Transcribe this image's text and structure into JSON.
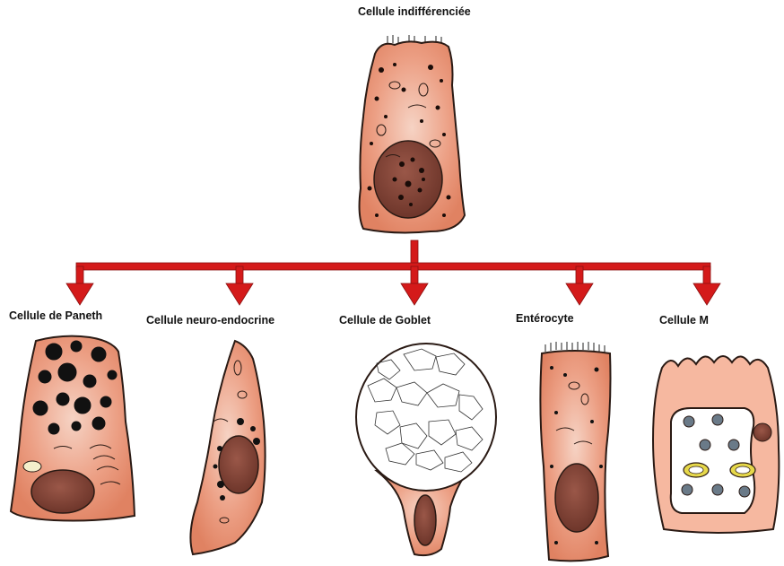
{
  "diagram": {
    "root": {
      "label": "Cellule indifférenciée"
    },
    "children": [
      {
        "label": "Cellule de Paneth"
      },
      {
        "label": "Cellule neuro-endocrine"
      },
      {
        "label": "Cellule de Goblet"
      },
      {
        "label": "Entérocyte"
      },
      {
        "label": "Cellule M"
      }
    ],
    "colors": {
      "arrow": "#d41a1a",
      "cytoplasm": "#e8957a",
      "cytoplasm_light": "#f2b9a4",
      "nucleus": "#7a4034",
      "outline": "#2a1a14"
    }
  }
}
